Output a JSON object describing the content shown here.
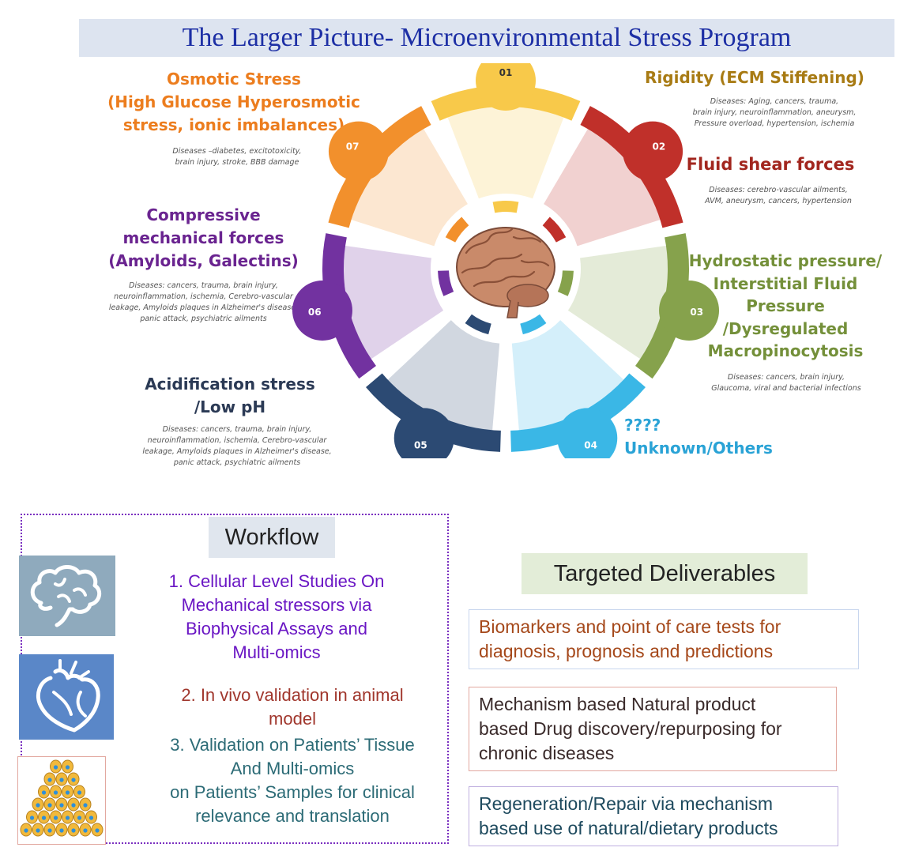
{
  "title": "The Larger Picture- Microenvironmental Stress Program",
  "stresses": [
    {
      "number": "01",
      "title": "Rigidity (ECM Stiffening)",
      "diseases": "Diseases: Aging, cancers, trauma,\nbrain  injury, neuroinflammation, aneurysm,\nPressure overload, hypertension, ischemia",
      "color": "#f8c94a",
      "title_color": "#a87b14"
    },
    {
      "number": "02",
      "title": "Fluid shear forces",
      "diseases": "Diseases: cerebro-vascular ailments,\nAVM, aneurysm, cancers, hypertension",
      "color": "#c0302a",
      "title_color": "#a2261e"
    },
    {
      "number": "03",
      "title": "Hydrostatic pressure/\nInterstitial Fluid\nPressure\n/Dysregulated\nMacropinocytosis",
      "diseases": "Diseases: cancers, brain injury,\nGlaucoma, viral and bacterial infections",
      "color": "#86a24c",
      "title_color": "#74903a"
    },
    {
      "number": "04",
      "title": "????\nUnknown/Others",
      "diseases": "",
      "color": "#3ab7e6",
      "title_color": "#2aa3d6"
    },
    {
      "number": "05",
      "title": "Acidification stress\n/Low pH",
      "diseases": "Diseases: cancers, trauma, brain injury,\nneuroinflammation, ischemia, Cerebro-vascular\nleakage, Amyloids plaques in Alzheimer's disease,\npanic attack, psychiatric ailments",
      "color": "#2c4a73",
      "title_color": "#2b3a55"
    },
    {
      "number": "06",
      "title": "Compressive\nmechanical forces\n(Amyloids, Galectins)",
      "diseases": "Diseases: cancers, trauma, brain injury,\nneuroinflammation, ischemia, Cerebro-vascular\nleakage, Amyloids plaques in Alzheimer's disease,\npanic attack, psychiatric ailments",
      "color": "#7232a0",
      "title_color": "#6a2490"
    },
    {
      "number": "07",
      "title": "Osmotic Stress\n(High Glucose Hyperosmotic\nstress, ionic imbalances)",
      "diseases": "Diseases –diabetes, excitotoxicity,\nbrain injury, stroke, BBB damage",
      "color": "#f2902c",
      "title_color": "#ec7d1e"
    }
  ],
  "workflow": {
    "label": "Workflow",
    "step1": "1.    Cellular Level Studies On\nMechanical stressors via\nBiophysical Assays and\nMulti-omics",
    "step2": "2.     In vivo validation  in animal\nmodel",
    "step3": "3. Validation on Patients’ Tissue\nAnd Multi-omics\non Patients’ Samples for clinical\nrelevance and translation",
    "colors": {
      "step1": "#6a16c4",
      "step2": "#a0362c",
      "step3": "#2c6b76"
    }
  },
  "deliverables": {
    "label": "Targeted Deliverables",
    "items": [
      {
        "text": "Biomarkers and point of care tests for\ndiagnosis, prognosis and predictions",
        "color": "#a5481a",
        "border": "#c8d6ee"
      },
      {
        "text": "Mechanism based Natural product\nbased Drug discovery/repurposing for\nchronic diseases",
        "color": "#3a2a2a",
        "border": "#e2a8a0"
      },
      {
        "text": "Regeneration/Repair  via mechanism\nbased use of natural/dietary products",
        "color": "#1e4a5e",
        "border": "#c0b0e0"
      }
    ]
  },
  "icons": [
    "brain-icon",
    "heart-icon",
    "cells-icon"
  ]
}
